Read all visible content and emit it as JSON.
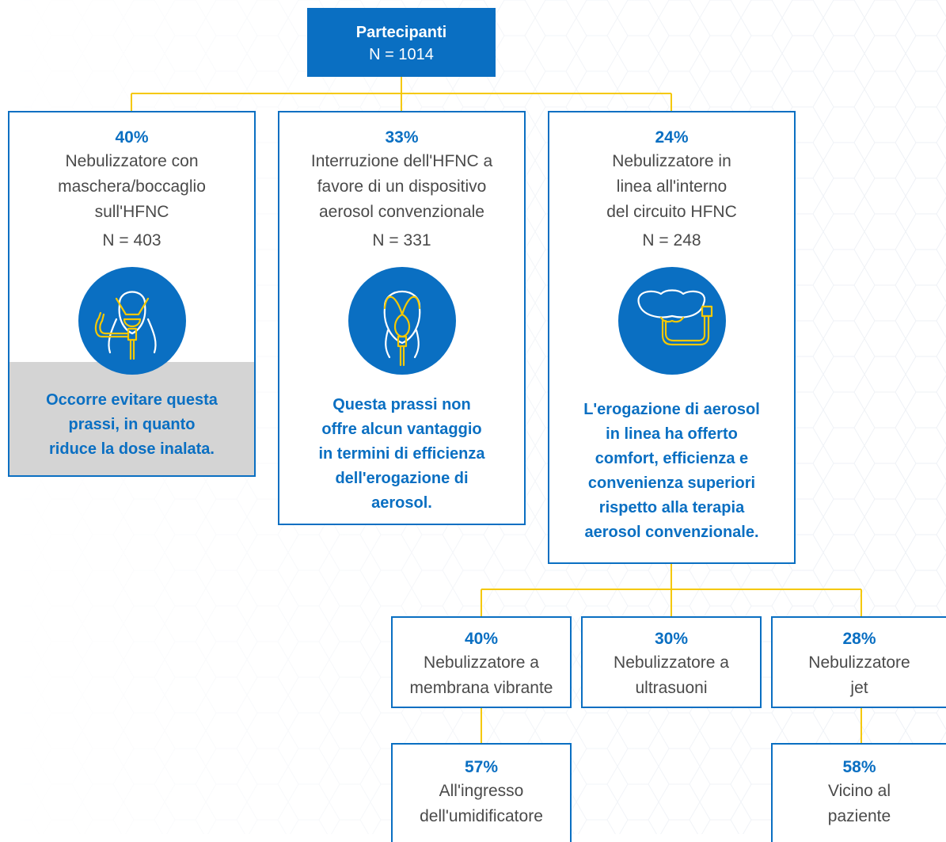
{
  "root": {
    "title": "Partecipanti",
    "count": "N = 1014"
  },
  "branches": [
    {
      "percent": "40%",
      "description": [
        "Nebulizzatore con",
        "maschera/boccaglio",
        "sull'HFNC"
      ],
      "count": "N = 403",
      "icon": "mask-mouthpiece-icon",
      "note": [
        "Occorre evitare questa",
        "prassi, in quanto",
        "riduce la dose inalata."
      ]
    },
    {
      "percent": "33%",
      "description": [
        "Interruzione dell'HFNC a",
        "favore di un dispositivo",
        "aerosol convenzionale"
      ],
      "count": "N = 331",
      "icon": "face-mask-icon",
      "note": [
        "Questa prassi non",
        "offre alcun vantaggio",
        "in termini di efficienza",
        "dell'erogazione di",
        "aerosol."
      ]
    },
    {
      "percent": "24%",
      "description": [
        "Nebulizzatore in",
        "linea all'interno",
        "del circuito HFNC"
      ],
      "count": "N = 248",
      "icon": "nasal-cannula-icon",
      "note": [
        "L'erogazione di aerosol",
        "in linea ha offerto",
        "comfort, efficienza e",
        "convenienza superiori",
        "rispetto alla terapia",
        "aerosol convenzionale."
      ]
    }
  ],
  "inline_types": [
    {
      "percent": "40%",
      "description": [
        "Nebulizzatore a",
        "membrana vibrante"
      ]
    },
    {
      "percent": "30%",
      "description": [
        "Nebulizzatore a",
        "ultrasuoni"
      ]
    },
    {
      "percent": "28%",
      "description": [
        "Nebulizzatore",
        "jet"
      ]
    }
  ],
  "positions": [
    {
      "percent": "57%",
      "description": [
        "All'ingresso",
        "dell'umidificatore"
      ]
    },
    {
      "percent": "58%",
      "description": [
        "Vicino al",
        "paziente"
      ]
    }
  ],
  "colors": {
    "primary": "#0a6fc2",
    "connector": "#f5c800",
    "text": "#4a4a4a",
    "highlight_bg": "#d4d4d4"
  }
}
